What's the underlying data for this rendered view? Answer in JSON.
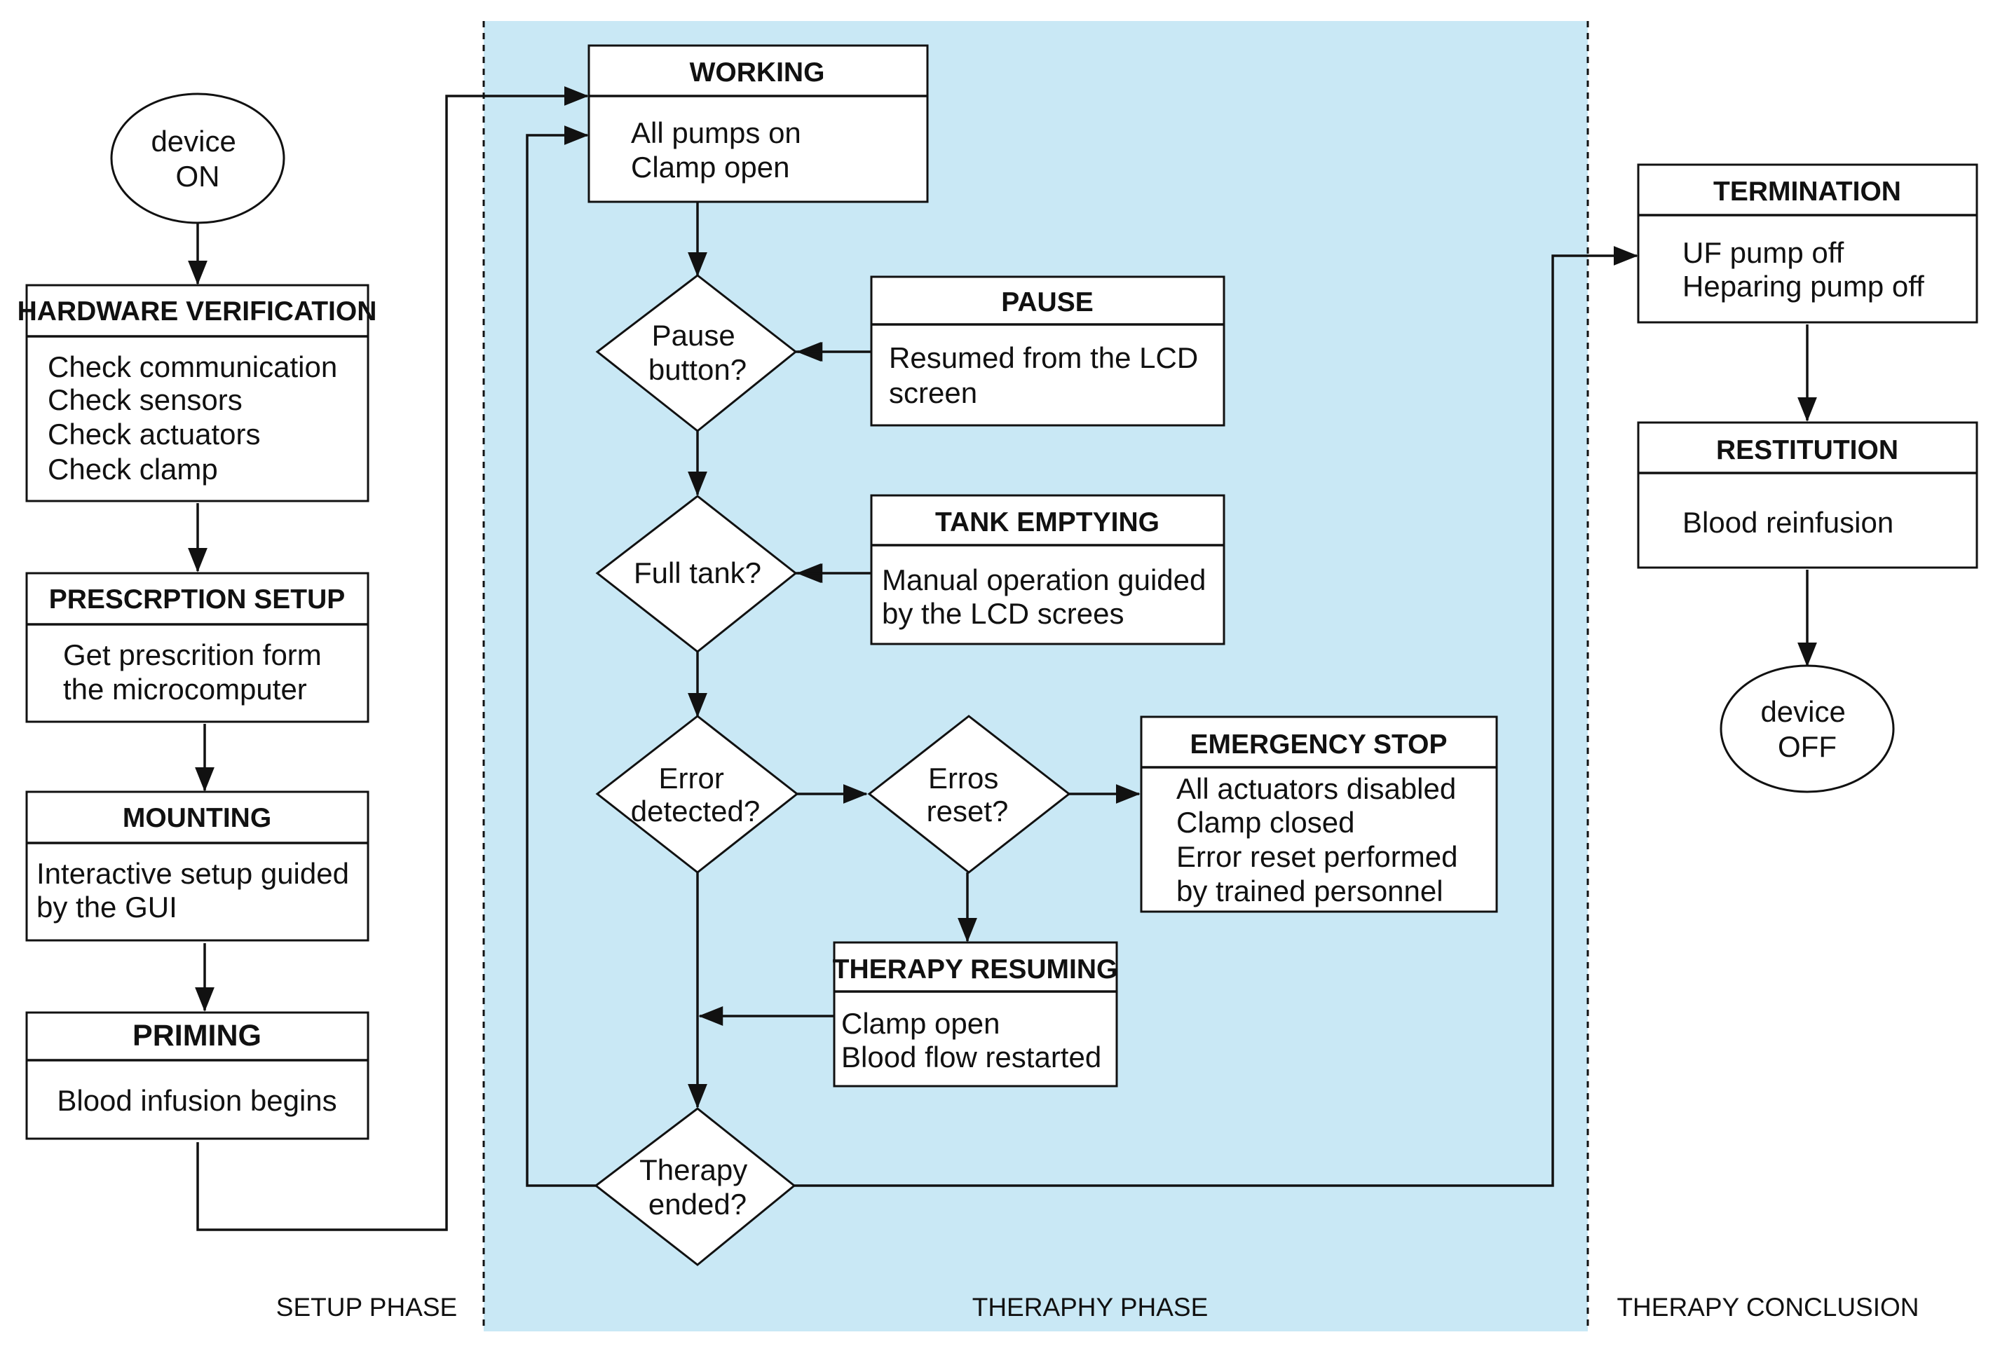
{
  "colors": {
    "therapy_band": "#c9e8f5",
    "stroke": "#111111"
  },
  "phases": {
    "setup": "SETUP PHASE",
    "therapy": "THERAPHY PHASE",
    "conclusion": "THERAPY CONCLUSION"
  },
  "start": {
    "lines": [
      "device",
      "ON"
    ]
  },
  "end": {
    "lines": [
      "device",
      "OFF"
    ]
  },
  "setup_boxes": {
    "hardware": {
      "title": "HARDWARE VERIFICATION",
      "lines": [
        "Check communication",
        "Check sensors",
        "Check actuators",
        "Check clamp"
      ]
    },
    "prescription": {
      "title": "PRESCRPTION SETUP",
      "lines": [
        "Get prescrition form",
        "the microcomputer"
      ]
    },
    "mounting": {
      "title": "MOUNTING",
      "lines": [
        "Interactive setup guided",
        "by the GUI"
      ]
    },
    "priming": {
      "title": "PRIMING",
      "lines": [
        "Blood infusion begins"
      ]
    }
  },
  "therapy_boxes": {
    "working": {
      "title": "WORKING",
      "lines": [
        "All pumps on",
        "Clamp open"
      ]
    },
    "pause": {
      "title": "PAUSE",
      "lines": [
        "Resumed from the LCD",
        "screen"
      ]
    },
    "tank": {
      "title": "TANK EMPTYING",
      "lines": [
        "Manual operation guided",
        "by the LCD screes"
      ]
    },
    "emergency": {
      "title": "EMERGENCY STOP",
      "lines": [
        "All actuators disabled",
        "Clamp closed",
        "Error reset performed",
        "by trained personnel"
      ]
    },
    "resuming": {
      "title": "THERAPY RESUMING",
      "lines": [
        "Clamp open",
        "Blood flow restarted"
      ]
    }
  },
  "decisions": {
    "pause": [
      "Pause",
      "button?"
    ],
    "tank": [
      "Full tank?"
    ],
    "error": [
      "Error",
      "detected?"
    ],
    "reset": [
      "Erros",
      "reset?"
    ],
    "ended": [
      "Therapy",
      "ended?"
    ]
  },
  "conclusion_boxes": {
    "termination": {
      "title": "TERMINATION",
      "lines": [
        "UF pump off",
        "Heparing pump off"
      ]
    },
    "restitution": {
      "title": "RESTITUTION",
      "lines": [
        "Blood reinfusion"
      ]
    }
  }
}
